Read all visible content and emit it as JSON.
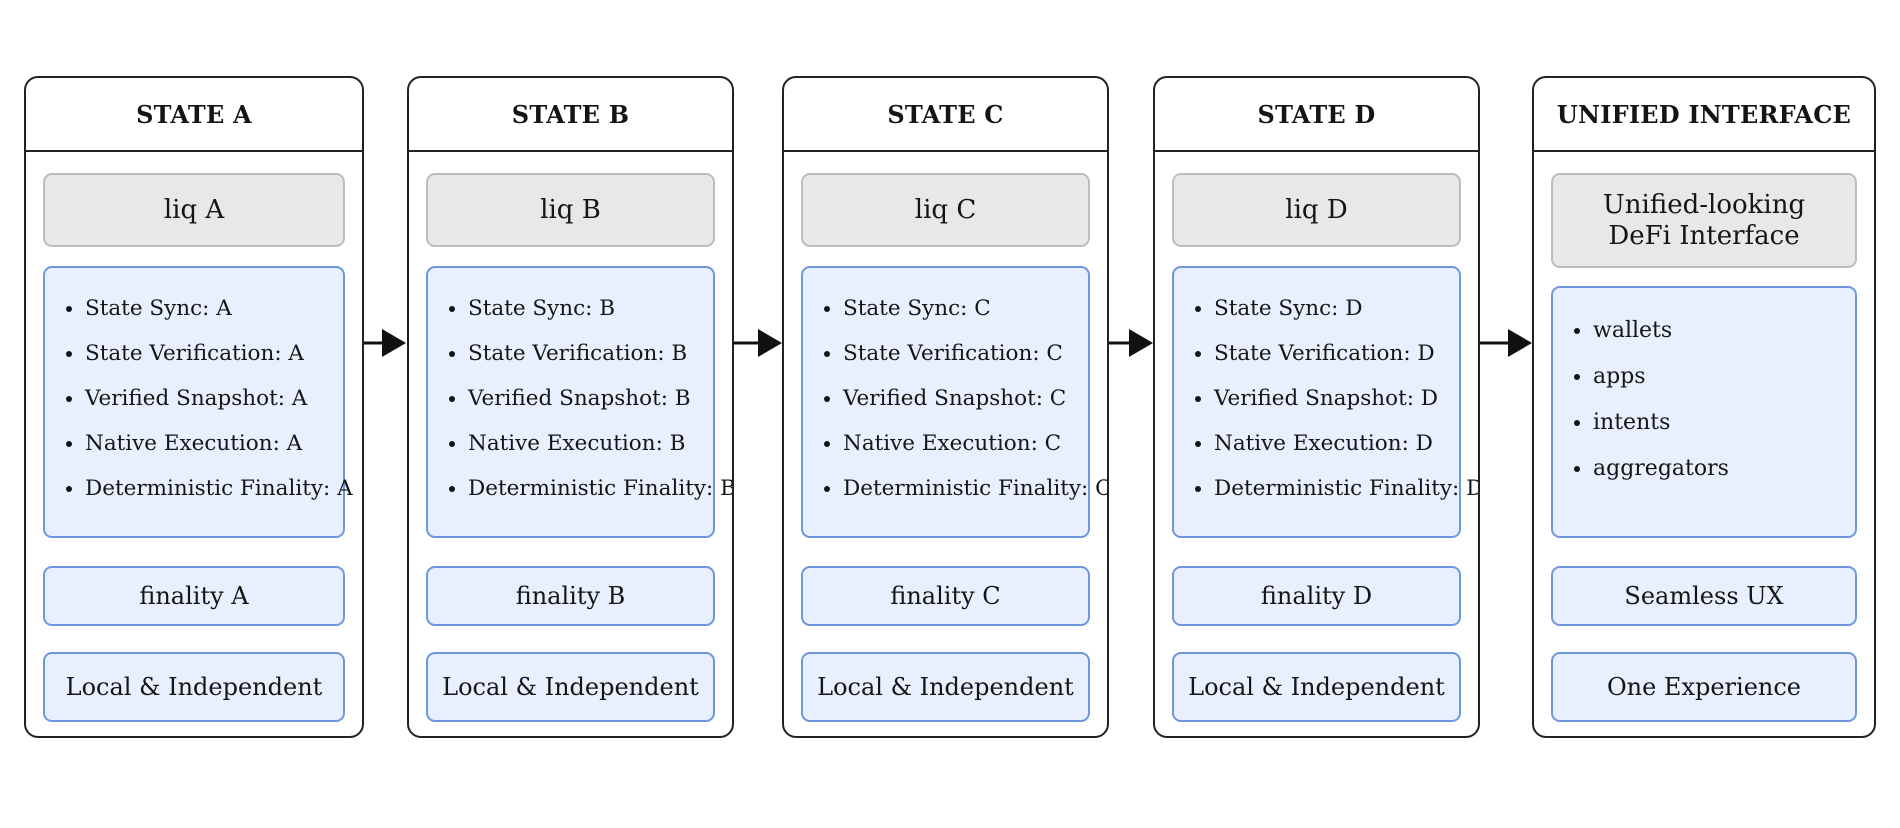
{
  "colors": {
    "panel_border": "#222222",
    "grey_fill": "#e8e8e8",
    "grey_border": "#bdbdbd",
    "blue_fill": "#e8efff",
    "blue_border": "#6d96db",
    "arrow": "#111111"
  },
  "states": [
    {
      "title": "STATE A",
      "liq": "liq A",
      "items": [
        "State Sync: A",
        "State Verification: A",
        "Verified Snapshot: A",
        "Native Execution: A",
        "Deterministic Finality: A"
      ],
      "finality": "finality A",
      "local": "Local & Independent"
    },
    {
      "title": "STATE B",
      "liq": "liq B",
      "items": [
        "State Sync: B",
        "State Verification: B",
        "Verified Snapshot: B",
        "Native Execution: B",
        "Deterministic Finality: B"
      ],
      "finality": "finality B",
      "local": "Local & Independent"
    },
    {
      "title": "STATE C",
      "liq": "liq C",
      "items": [
        "State Sync: C",
        "State Verification: C",
        "Verified Snapshot: C",
        "Native Execution: C",
        "Deterministic Finality: C"
      ],
      "finality": "finality C",
      "local": "Local & Independent"
    },
    {
      "title": "STATE D",
      "liq": "liq D",
      "items": [
        "State Sync: D",
        "State Verification: D",
        "Verified Snapshot: D",
        "Native Execution: D",
        "Deterministic Finality: D"
      ],
      "finality": "finality D",
      "local": "Local & Independent"
    }
  ],
  "unified": {
    "title": "UNIFIED INTERFACE",
    "top_box": "Unified-looking\nDeFi Interface",
    "items": [
      "wallets",
      "apps",
      "intents",
      "aggregators"
    ],
    "ux": "Seamless UX",
    "experience": "One Experience"
  }
}
